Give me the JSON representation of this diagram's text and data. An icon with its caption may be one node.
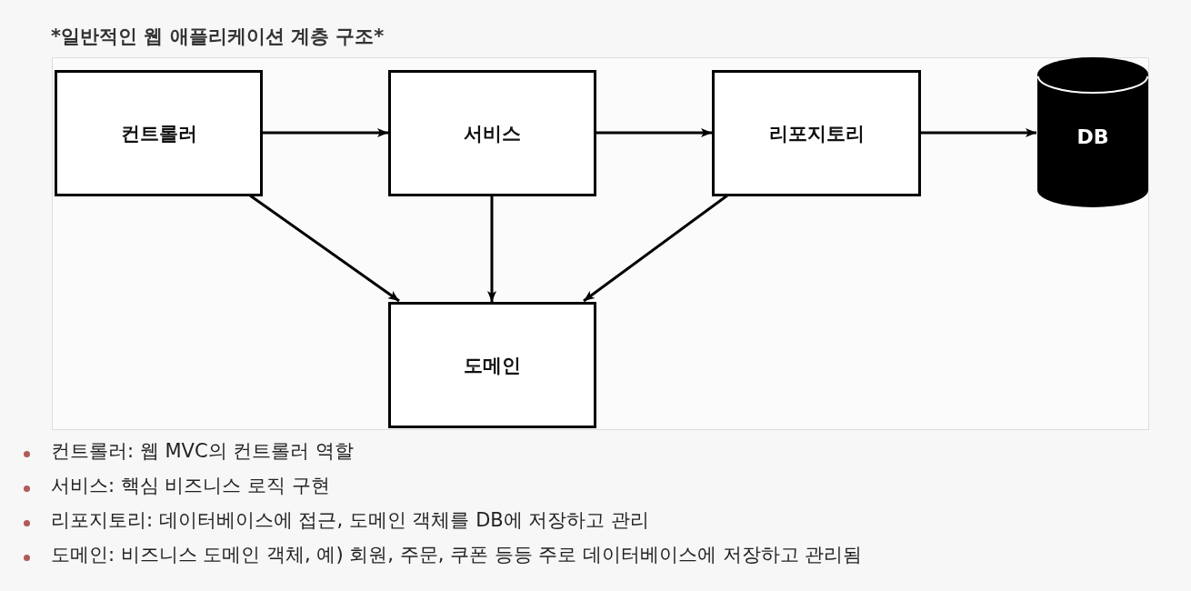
{
  "diagram": {
    "title": "*일반적인 웹 애플리케이션 계층 구조*",
    "nodes": [
      {
        "text": [
          "컨트롤러"
        ]
      },
      {
        "text": [
          "서비스"
        ]
      },
      {
        "text": [
          "리포지토리"
        ]
      },
      {
        "text": [
          "DB"
        ]
      },
      {
        "text": [
          "도메인"
        ]
      }
    ],
    "edges": [
      {
        "from": 0,
        "to": 1,
        "arrow": "to"
      },
      {
        "from": 1,
        "to": 2,
        "arrow": "to"
      },
      {
        "from": 2,
        "to": 3,
        "arrow": "to"
      },
      {
        "from": 0,
        "to": 4,
        "arrow": "to"
      },
      {
        "from": 1,
        "to": 4,
        "arrow": "to"
      },
      {
        "from": 2,
        "to": 4,
        "arrow": "to"
      }
    ],
    "labels": [
      "컨트롤러: 웹 MVC의 컨트롤러 역할",
      "서비스: 핵심 비즈니스 로직 구현",
      "리포지토리: 데이터베이스에 접근, 도메인 객체를 DB에 저장하고 관리",
      "도메인: 비즈니스 도메인 객체, 예) 회원, 주문, 쿠폰 등등 주로 데이터베이스에 저장하고 관리됨"
    ]
  }
}
